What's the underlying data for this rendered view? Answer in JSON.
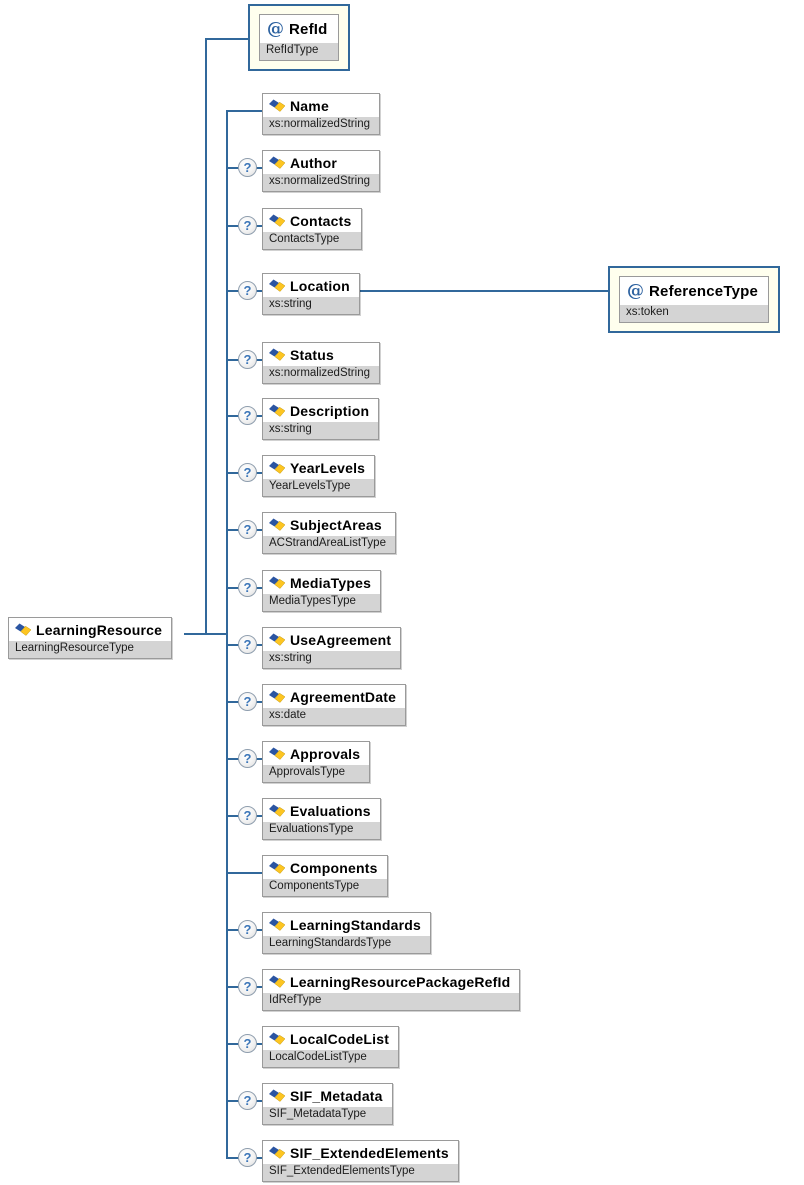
{
  "diagram": {
    "root": {
      "name": "LearningResource",
      "type": "LearningResourceType"
    },
    "attribute": {
      "name": "RefId",
      "type": "RefIdType"
    },
    "reference": {
      "name": "ReferenceType",
      "type": "xs:token"
    },
    "children": [
      {
        "name": "Name",
        "type": "xs:normalizedString",
        "optional": false
      },
      {
        "name": "Author",
        "type": "xs:normalizedString",
        "optional": true
      },
      {
        "name": "Contacts",
        "type": "ContactsType",
        "optional": true
      },
      {
        "name": "Location",
        "type": "xs:string",
        "optional": true,
        "links_to": "ReferenceType"
      },
      {
        "name": "Status",
        "type": "xs:normalizedString",
        "optional": true
      },
      {
        "name": "Description",
        "type": "xs:string",
        "optional": true
      },
      {
        "name": "YearLevels",
        "type": "YearLevelsType",
        "optional": true
      },
      {
        "name": "SubjectAreas",
        "type": "ACStrandAreaListType",
        "optional": true
      },
      {
        "name": "MediaTypes",
        "type": "MediaTypesType",
        "optional": true
      },
      {
        "name": "UseAgreement",
        "type": "xs:string",
        "optional": true
      },
      {
        "name": "AgreementDate",
        "type": "xs:date",
        "optional": true
      },
      {
        "name": "Approvals",
        "type": "ApprovalsType",
        "optional": true
      },
      {
        "name": "Evaluations",
        "type": "EvaluationsType",
        "optional": true
      },
      {
        "name": "Components",
        "type": "ComponentsType",
        "optional": false
      },
      {
        "name": "LearningStandards",
        "type": "LearningStandardsType",
        "optional": true
      },
      {
        "name": "LearningResourcePackageRefId",
        "type": "IdRefType",
        "optional": true
      },
      {
        "name": "LocalCodeList",
        "type": "LocalCodeListType",
        "optional": true
      },
      {
        "name": "SIF_Metadata",
        "type": "SIF_MetadataType",
        "optional": true
      },
      {
        "name": "SIF_ExtendedElements",
        "type": "SIF_ExtendedElementsType",
        "optional": true
      }
    ],
    "icons": {
      "attribute_glyph": "@",
      "optional_glyph": "?"
    },
    "colors": {
      "line": "#31689b",
      "attribute_box_bg": "#ffffee",
      "node_border": "#9a9a9a",
      "type_row_bg": "#d4d4d4",
      "icon_blue": "#2b55a2",
      "icon_yellow": "#fdc521"
    }
  }
}
